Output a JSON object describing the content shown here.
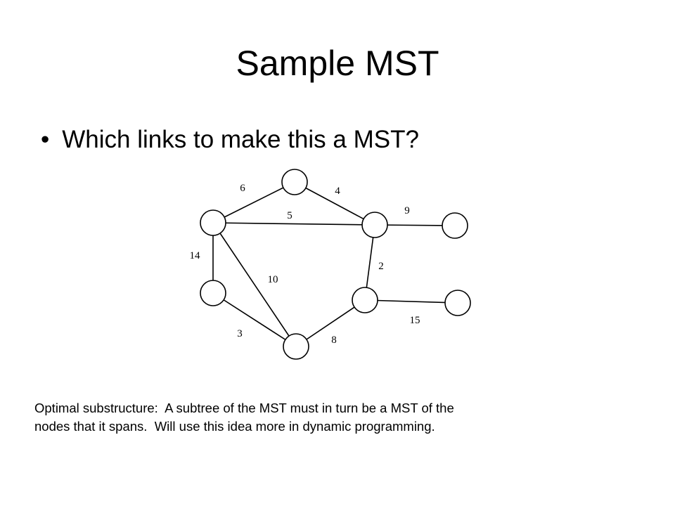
{
  "slide": {
    "title": "Sample MST",
    "bullet_marker": "•",
    "bullet_text": "Which links to make this a MST?",
    "note_line1": "Optimal substructure:  A subtree of the MST must in turn be a MST of the",
    "note_line2": "nodes that it spans.  Will use this idea more in dynamic programming."
  },
  "graph": {
    "nodes": [
      "top",
      "left",
      "right-mid",
      "far-right-top",
      "left-low",
      "right-low",
      "bottom",
      "far-right-low"
    ],
    "edges": [
      {
        "from": "left",
        "to": "top",
        "weight": "6"
      },
      {
        "from": "top",
        "to": "right-mid",
        "weight": "4"
      },
      {
        "from": "left",
        "to": "right-mid",
        "weight": "5"
      },
      {
        "from": "right-mid",
        "to": "far-right-top",
        "weight": "9"
      },
      {
        "from": "left",
        "to": "left-low",
        "weight": "14"
      },
      {
        "from": "left",
        "to": "bottom",
        "weight": "10"
      },
      {
        "from": "right-mid",
        "to": "right-low",
        "weight": "2"
      },
      {
        "from": "left-low",
        "to": "bottom",
        "weight": "3"
      },
      {
        "from": "bottom",
        "to": "right-low",
        "weight": "8"
      },
      {
        "from": "right-low",
        "to": "far-right-low",
        "weight": "15"
      }
    ]
  }
}
